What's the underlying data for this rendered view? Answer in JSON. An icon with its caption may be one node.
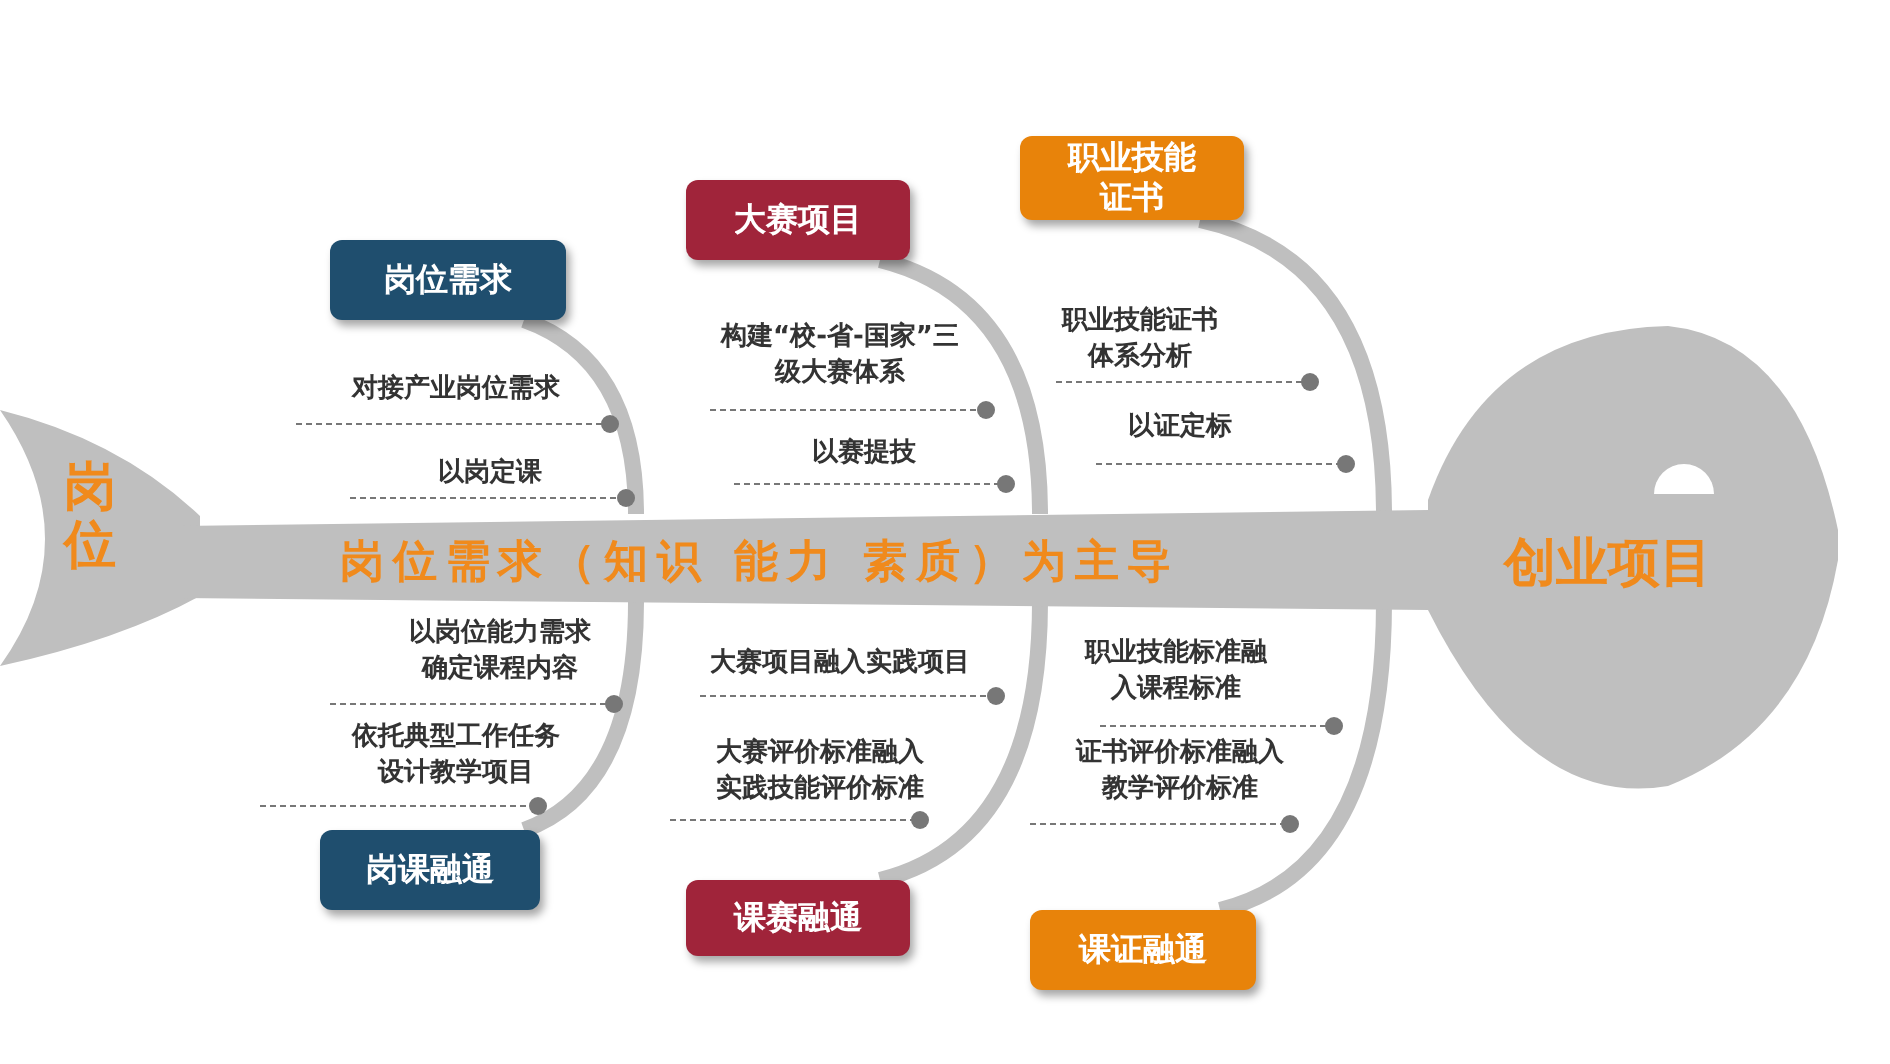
{
  "diagram": {
    "nodes": [
      {
        "text": [
          "岗位"
        ]
      },
      {
        "text": [
          "岗位需求（知识 能力 素质）为主导"
        ]
      },
      {
        "text": [
          "创业项目"
        ]
      },
      {
        "text": [
          "岗位需求"
        ]
      },
      {
        "text": [
          "大赛项目"
        ]
      },
      {
        "text": [
          "职业技能证书"
        ]
      },
      {
        "text": [
          "岗课融通"
        ]
      },
      {
        "text": [
          "课赛融通"
        ]
      },
      {
        "text": [
          "课证融通"
        ]
      }
    ],
    "edges": [
      {
        "from": 3,
        "to": 1,
        "arrow": "none"
      },
      {
        "from": 4,
        "to": 1,
        "arrow": "none"
      },
      {
        "from": 5,
        "to": 1,
        "arrow": "none"
      },
      {
        "from": 1,
        "to": 6,
        "arrow": "none"
      },
      {
        "from": 1,
        "to": 7,
        "arrow": "none"
      },
      {
        "from": 1,
        "to": 8,
        "arrow": "none"
      }
    ],
    "labels": [
      "对接产业岗位需求",
      "以岗定课",
      "以岗位能力需求确定课程内容",
      "依托典型工作任务设计教学项目",
      "构建“校-省-国家”三级大赛体系",
      "以赛提技",
      "大赛项目融入实践项目",
      "大赛评价标准融入实践技能评价标准",
      "职业技能证书体系分析",
      "以证定标",
      "职业技能标准融入课程标准",
      "证书评价标准融入教学评价标准"
    ]
  }
}
